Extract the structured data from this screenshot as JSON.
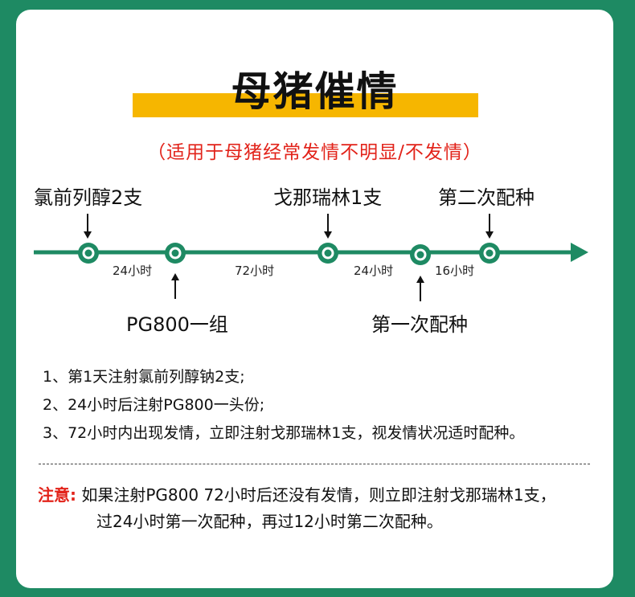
{
  "title": "母猪催情",
  "subtitle": "（适用于母猪经常发情不明显/不发情）",
  "timeline": {
    "top_labels": [
      "氯前列醇2支",
      "戈那瑞林1支",
      "第二次配种"
    ],
    "bottom_labels": [
      "PG800一组",
      "第一次配种"
    ],
    "intervals": [
      "24小时",
      "72小时",
      "24小时",
      "16小时"
    ]
  },
  "steps": [
    "1、第1天注射氯前列醇钠2支;",
    "2、24小时后注射PG800一头份;",
    "3、72小时内出现发情，立即注射戈那瑞林1支，视发情状况适时配种。"
  ],
  "note": {
    "label": "注意:",
    "line1": "如果注射PG800 72小时后还没有发情，则立即注射戈那瑞林1支，",
    "line2": "过24小时第一次配种，再过12小时第二次配种。"
  },
  "colors": {
    "background": "#1e8a63",
    "accent_bar": "#f6b600",
    "alert": "#e2231a",
    "timeline": "#1e8a63"
  }
}
